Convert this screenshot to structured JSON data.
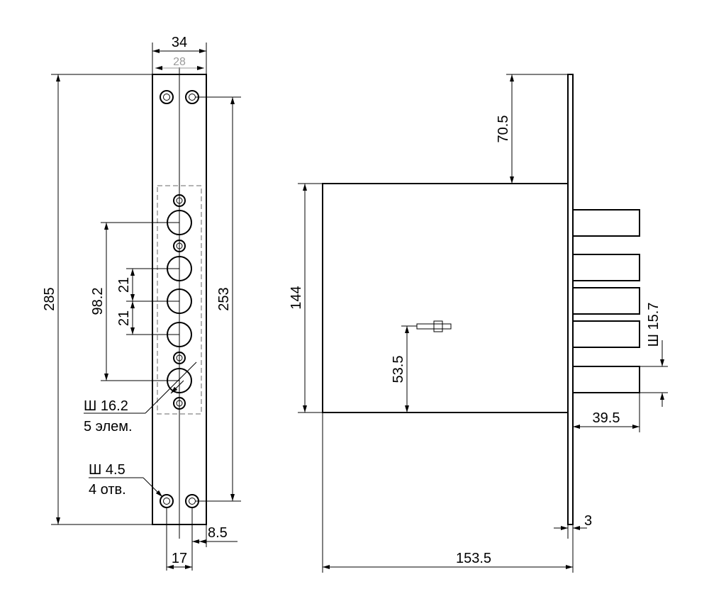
{
  "faceplate": {
    "width_label": "34",
    "inner_width_label": "28",
    "height_label": "285",
    "hole_span_label": "253",
    "bolt_span_label": "98.2",
    "pitch_top_label": "21",
    "pitch_bottom_label": "21",
    "bolt_dia_label": "Ш 16.2",
    "bolt_count_label": "5 элем.",
    "screw_dia_label": "Ш 4.5",
    "screw_count_label": "4 отв.",
    "backset_label": "17",
    "offset_label": "8.5"
  },
  "side_view": {
    "top_offset_label": "70.5",
    "body_height_label": "144",
    "key_height_label": "53.5",
    "bolt_dia_label": "Ш 15.7",
    "bolt_throw_label": "39.5",
    "plate_thickness_label": "3",
    "body_depth_label": "153.5"
  }
}
